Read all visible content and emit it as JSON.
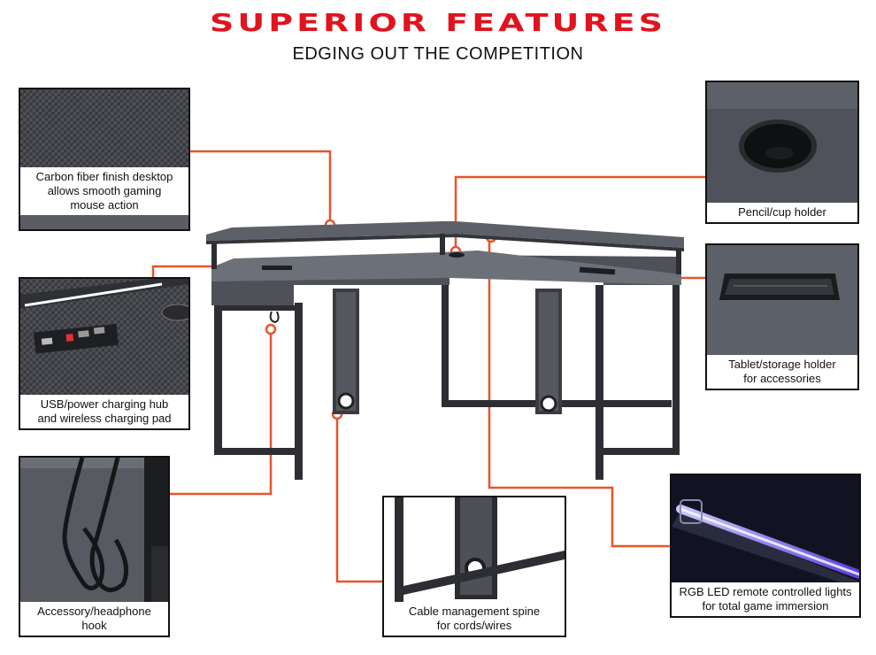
{
  "header": {
    "title": "SUPERIOR FEATURES",
    "subtitle": "EDGING OUT THE COMPETITION"
  },
  "colors": {
    "accent": "#e0141e",
    "callout_line": "#e8542a",
    "desk": "#5c6068",
    "frame": "#2c2e33"
  },
  "features": [
    {
      "id": "carbon",
      "caption": "Carbon fiber finish desktop\nallows smooth gaming\nmouse action"
    },
    {
      "id": "usb",
      "caption": "USB/power charging hub\nand wireless charging pad"
    },
    {
      "id": "hook",
      "caption": "Accessory/headphone hook"
    },
    {
      "id": "cable",
      "caption": "Cable management spine\nfor cords/wires"
    },
    {
      "id": "cup",
      "caption": "Pencil/cup holder"
    },
    {
      "id": "tablet",
      "caption": "Tablet/storage holder\nfor accessories"
    },
    {
      "id": "led",
      "caption": "RGB LED remote controlled lights\nfor total game immersion"
    }
  ]
}
